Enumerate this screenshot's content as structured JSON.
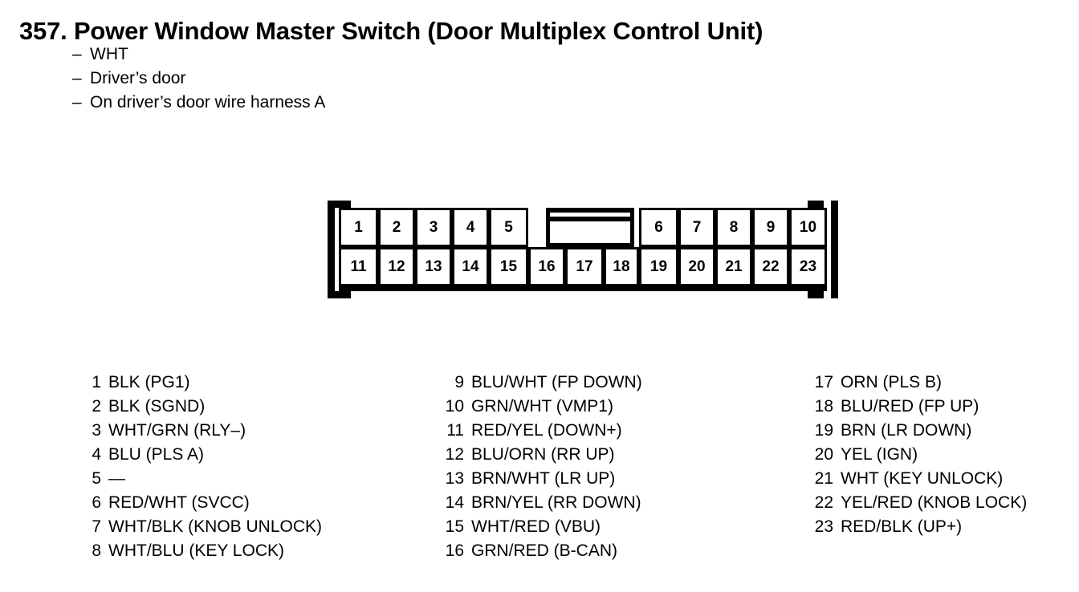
{
  "header": {
    "number": "357.",
    "title": "357. Power Window Master Switch (Door Multiplex Control Unit)",
    "bullets": [
      "WHT",
      "Driver’s door",
      "On driver’s door wire harness A"
    ],
    "bullet_marker": "–"
  },
  "connector": {
    "name": "23-pin connector",
    "top_row_left": [
      "1",
      "2",
      "3",
      "4",
      "5"
    ],
    "top_row_right": [
      "6",
      "7",
      "8",
      "9",
      "10"
    ],
    "bottom_row": [
      "11",
      "12",
      "13",
      "14",
      "15",
      "16",
      "17",
      "18",
      "19",
      "20",
      "21",
      "22",
      "23"
    ],
    "center_tab_label": ""
  },
  "legend": {
    "columns": [
      {
        "rows": [
          {
            "pin": "1",
            "desc": "BLK (PG1)"
          },
          {
            "pin": "2",
            "desc": "BLK (SGND)"
          },
          {
            "pin": "3",
            "desc": "WHT/GRN (RLY–)"
          },
          {
            "pin": "4",
            "desc": "BLU (PLS A)"
          },
          {
            "pin": "5",
            "desc": "—"
          },
          {
            "pin": "6",
            "desc": "RED/WHT (SVCC)"
          },
          {
            "pin": "7",
            "desc": "WHT/BLK (KNOB UNLOCK)"
          },
          {
            "pin": "8",
            "desc": "WHT/BLU (KEY LOCK)"
          }
        ]
      },
      {
        "rows": [
          {
            "pin": "9",
            "desc": "BLU/WHT (FP DOWN)"
          },
          {
            "pin": "10",
            "desc": "GRN/WHT (VMP1)"
          },
          {
            "pin": "11",
            "desc": "RED/YEL (DOWN+)"
          },
          {
            "pin": "12",
            "desc": "BLU/ORN (RR UP)"
          },
          {
            "pin": "13",
            "desc": "BRN/WHT (LR UP)"
          },
          {
            "pin": "14",
            "desc": "BRN/YEL (RR DOWN)"
          },
          {
            "pin": "15",
            "desc": "WHT/RED (VBU)"
          },
          {
            "pin": "16",
            "desc": "GRN/RED (B-CAN)"
          }
        ]
      },
      {
        "rows": [
          {
            "pin": "17",
            "desc": "ORN (PLS B)"
          },
          {
            "pin": "18",
            "desc": "BLU/RED (FP UP)"
          },
          {
            "pin": "19",
            "desc": "BRN (LR DOWN)"
          },
          {
            "pin": "20",
            "desc": "YEL (IGN)"
          },
          {
            "pin": "21",
            "desc": "WHT (KEY UNLOCK)"
          },
          {
            "pin": "22",
            "desc": "YEL/RED (KNOB LOCK)"
          },
          {
            "pin": "23",
            "desc": "RED/BLK (UP+)"
          }
        ]
      }
    ]
  },
  "colors": {
    "ink": "#000000",
    "paper": "#ffffff"
  }
}
